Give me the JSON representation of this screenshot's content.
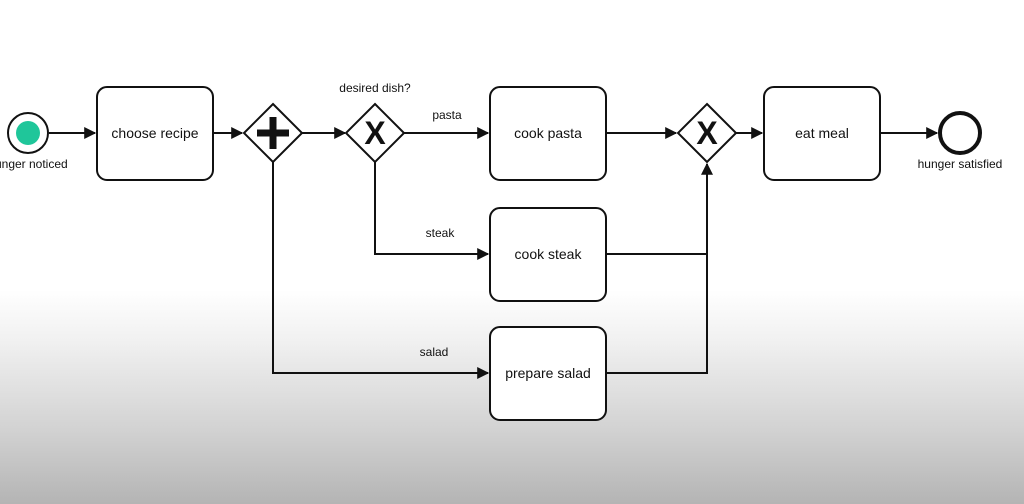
{
  "diagram": {
    "start_event": {
      "label": "hunger noticed",
      "fill_color": "#1fc69a"
    },
    "end_event": {
      "label": "hunger satisfied"
    },
    "tasks": {
      "choose_recipe": "choose recipe",
      "cook_pasta": "cook pasta",
      "cook_steak": "cook steak",
      "prepare_salad": "prepare salad",
      "eat_meal": "eat meal"
    },
    "gateways": {
      "parallel_split": {
        "type": "parallel",
        "symbol": "+"
      },
      "exclusive_split": {
        "type": "exclusive",
        "symbol": "X",
        "label": "desired dish?"
      },
      "exclusive_join": {
        "type": "exclusive",
        "symbol": "X"
      }
    },
    "flow_labels": {
      "pasta": "pasta",
      "steak": "steak",
      "salad": "salad"
    }
  },
  "colors": {
    "accent": "#1fc69a",
    "stroke": "#111111"
  }
}
